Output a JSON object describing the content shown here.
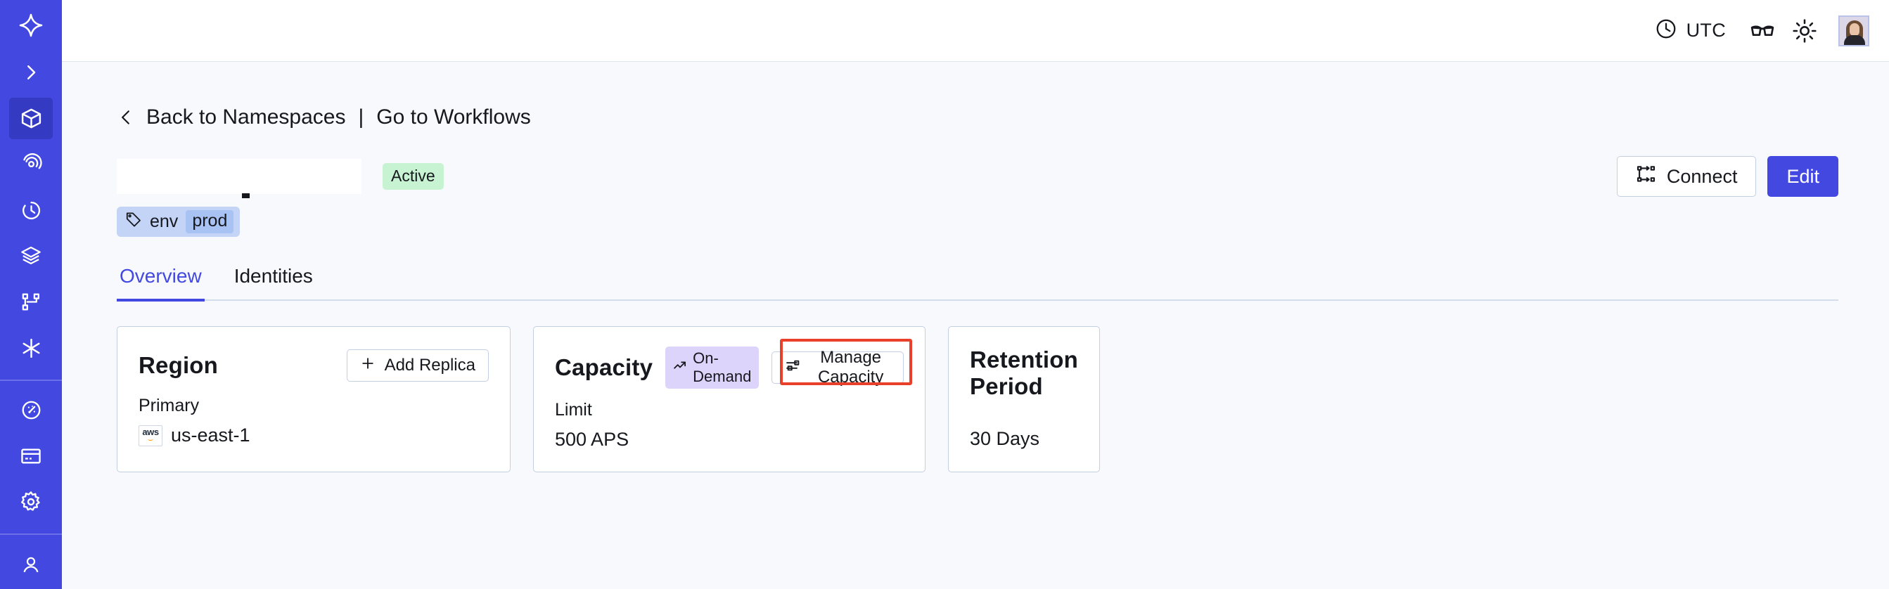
{
  "sidebar": {
    "logo_icon": "temporal-star-logo-icon",
    "items": [
      {
        "icon": "chevron-right-icon",
        "name": "expand-sidebar",
        "active": false
      },
      {
        "icon": "cube-icon",
        "name": "namespaces",
        "active": true
      },
      {
        "icon": "eye-spiral-icon",
        "name": "observability",
        "active": false
      },
      {
        "icon": "history-clock-icon",
        "name": "schedules",
        "active": false
      },
      {
        "icon": "layers-icon",
        "name": "batch-operations",
        "active": false
      },
      {
        "icon": "workflow-branch-icon",
        "name": "nexus",
        "active": false
      },
      {
        "icon": "asterisk-icon",
        "name": "worker-deployments",
        "active": false
      }
    ],
    "items_lower": [
      {
        "icon": "gauge-icon",
        "name": "usage",
        "active": false
      },
      {
        "icon": "credit-card-icon",
        "name": "billing",
        "active": false
      },
      {
        "icon": "gear-icon",
        "name": "settings",
        "active": false
      }
    ]
  },
  "topbar": {
    "timezone_icon": "clock-icon",
    "timezone_label": "UTC",
    "glasses_icon": "glasses-icon",
    "theme_icon": "sun-icon",
    "avatar_name": "user-avatar"
  },
  "breadcrumb": {
    "back_icon": "chevron-left-icon",
    "back_label": "Back to Namespaces",
    "separator": "|",
    "workflows_label": "Go to Workflows"
  },
  "header": {
    "namespace_title": "",
    "status_badge": "Active",
    "connect_label": "Connect",
    "connect_icon": "connect-nodes-icon",
    "edit_label": "Edit",
    "tag": {
      "icon": "tag-icon",
      "key": "env",
      "value": "prod"
    }
  },
  "tabs": [
    {
      "label": "Overview",
      "name": "tab-overview",
      "active": true
    },
    {
      "label": "Identities",
      "name": "tab-identities",
      "active": false
    }
  ],
  "cards": {
    "region": {
      "title": "Region",
      "action_label": "Add Replica",
      "action_icon": "plus-icon",
      "sub_label": "Primary",
      "provider_icon": "aws-logo-icon",
      "value": "us-east-1"
    },
    "capacity": {
      "title": "Capacity",
      "badge_icon": "trend-up-icon",
      "badge_label": "On-Demand",
      "action_label": "Manage Capacity",
      "action_icon": "sliders-icon",
      "sub_label": "Limit",
      "value": "500 APS",
      "highlighted": true
    },
    "retention": {
      "title": "Retention Period",
      "value": "30 Days"
    }
  },
  "colors": {
    "brand": "#4349e0",
    "sidebar_active": "#343ac2",
    "page_bg": "#f7f9fc",
    "card_border": "#c3cfe3",
    "status_active_bg": "#c7f3d2",
    "tag_bg": "#c3d4f7",
    "tag_value_bg": "#a9c2f4",
    "ondemand_bg": "#ddd4fb",
    "highlight_ring": "#e8402a"
  }
}
